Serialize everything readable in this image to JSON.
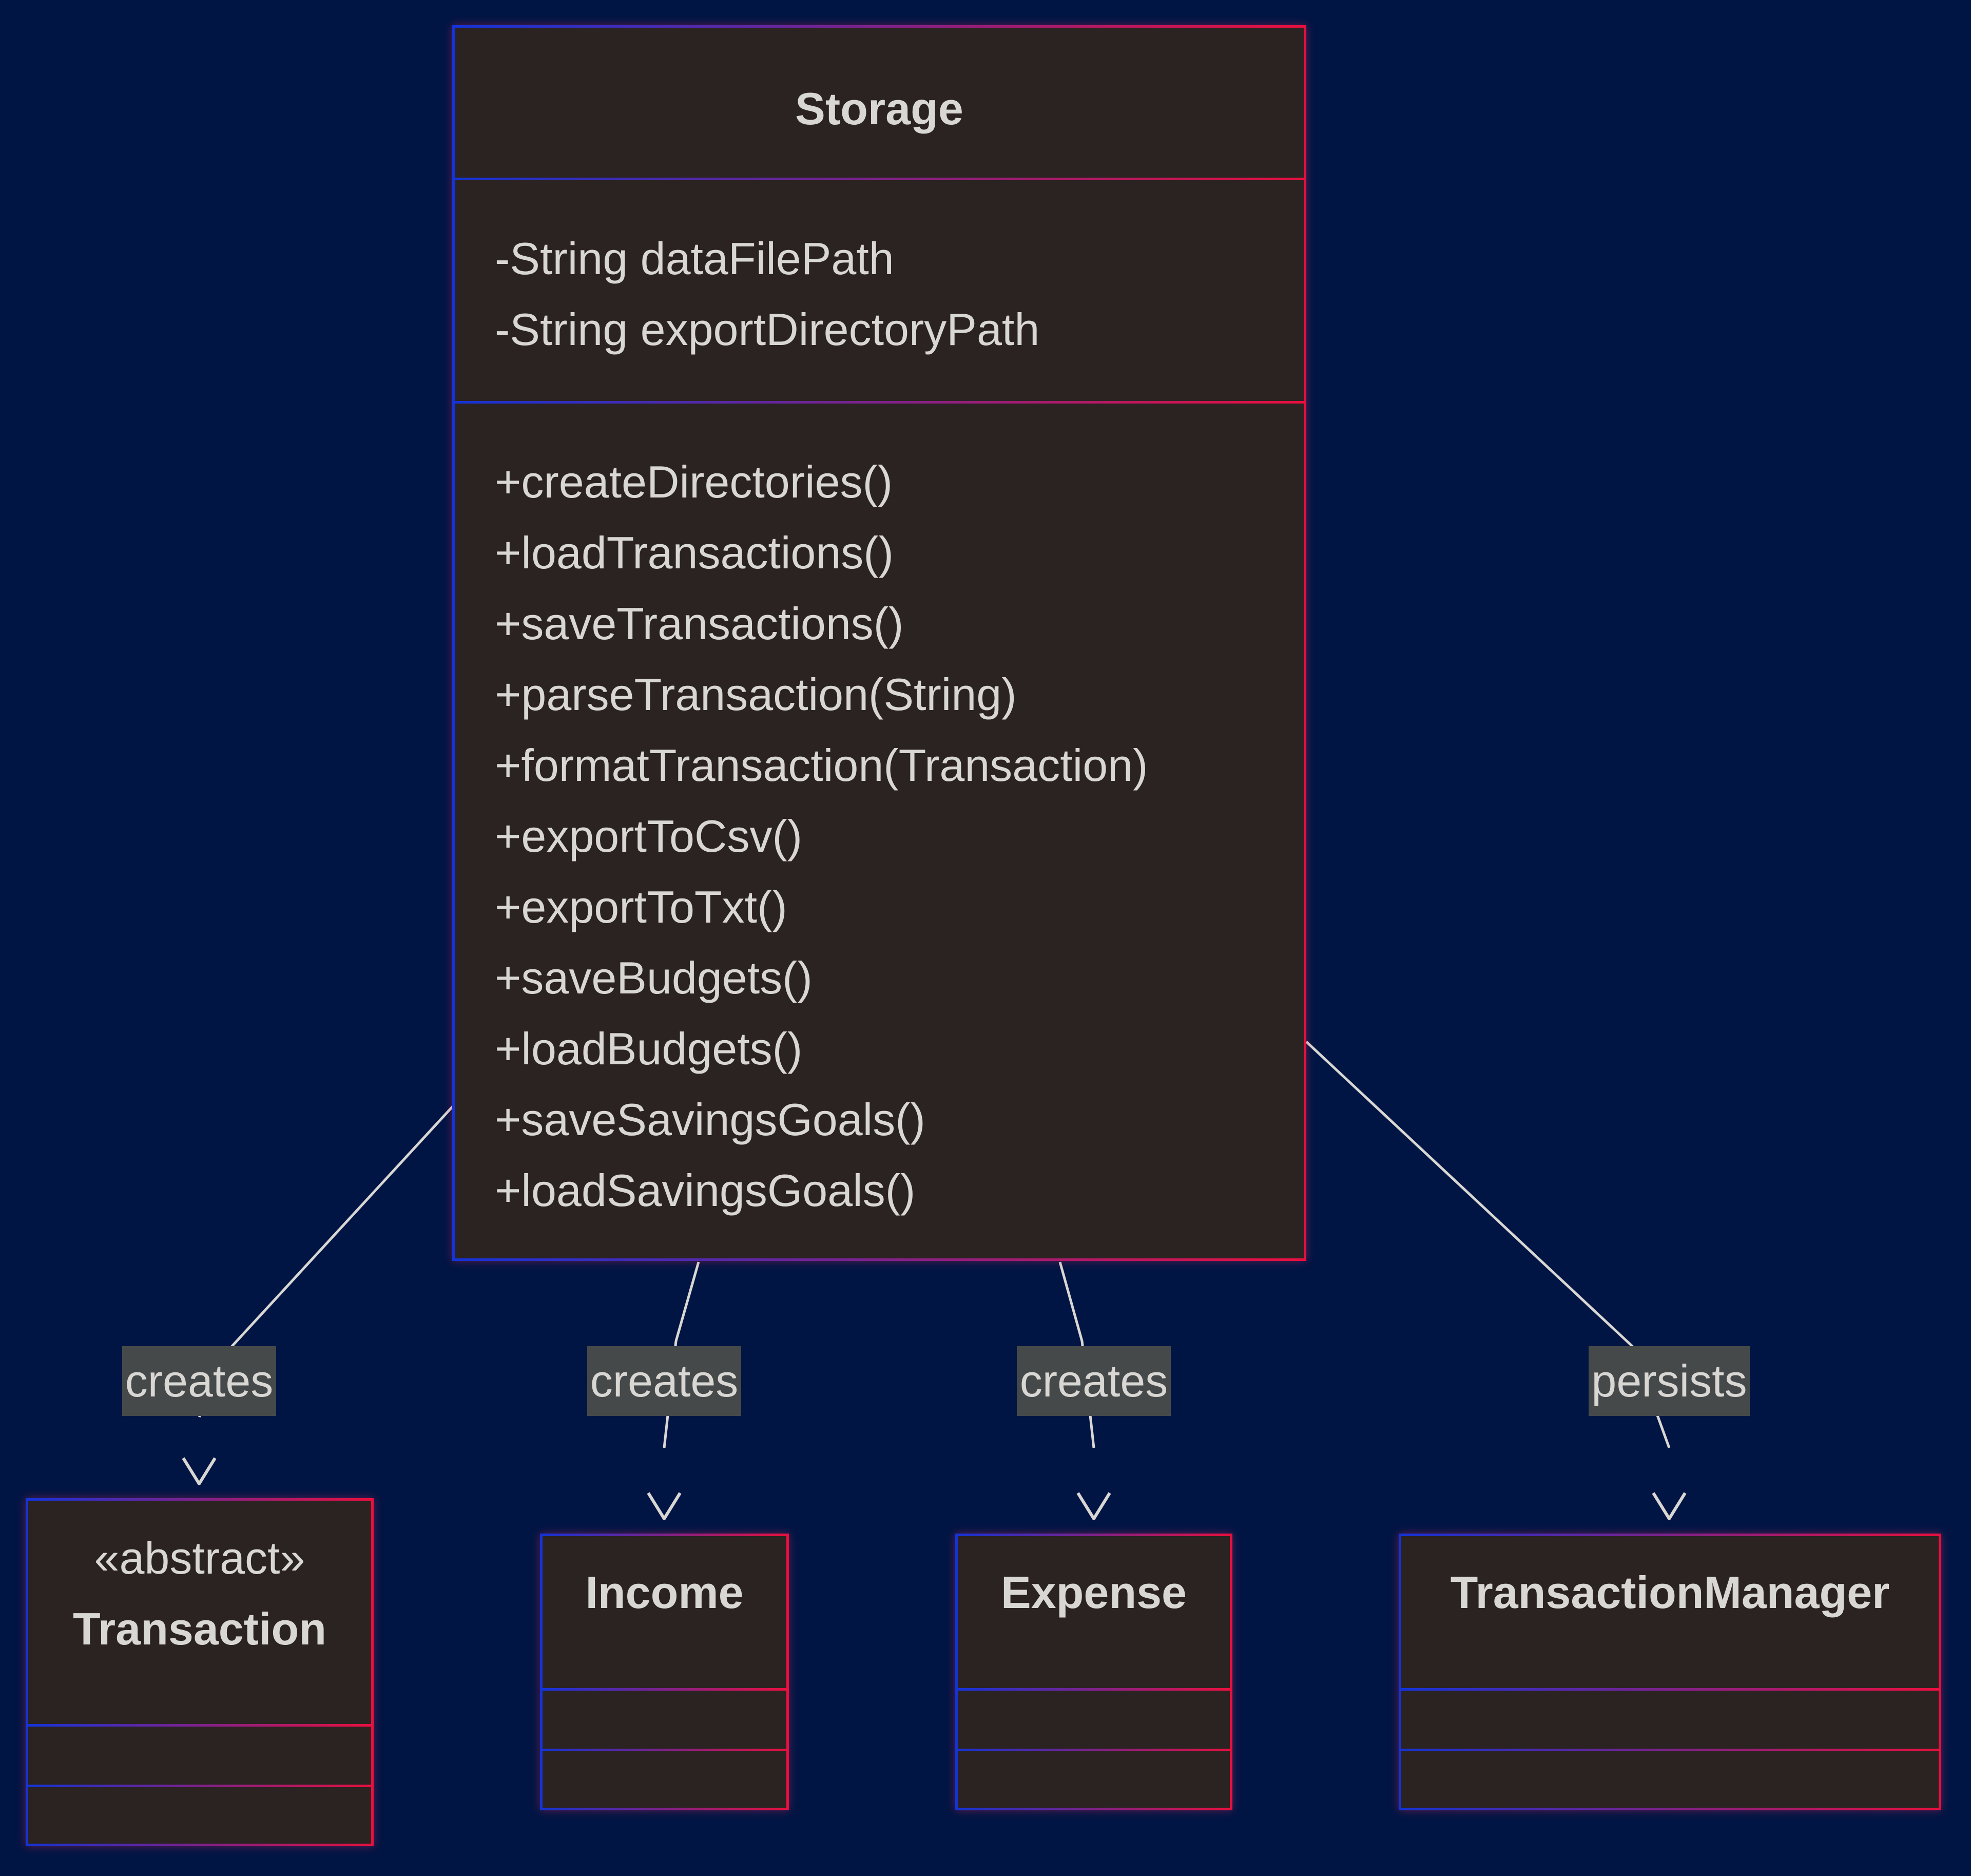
{
  "classes": {
    "storage": {
      "name": "Storage",
      "attributes": [
        "-String dataFilePath",
        "-String exportDirectoryPath"
      ],
      "methods": [
        "+createDirectories()",
        "+loadTransactions()",
        "+saveTransactions()",
        "+parseTransaction(String)",
        "+formatTransaction(Transaction)",
        "+exportToCsv()",
        "+exportToTxt()",
        "+saveBudgets()",
        "+loadBudgets()",
        "+saveSavingsGoals()",
        "+loadSavingsGoals()"
      ]
    },
    "transaction": {
      "stereotype": "«abstract»",
      "name": "Transaction"
    },
    "income": {
      "name": "Income"
    },
    "expense": {
      "name": "Expense"
    },
    "transaction_manager": {
      "name": "TransactionManager"
    }
  },
  "relationships": [
    {
      "from": "Storage",
      "to": "Transaction",
      "label": "creates"
    },
    {
      "from": "Storage",
      "to": "Income",
      "label": "creates"
    },
    {
      "from": "Storage",
      "to": "Expense",
      "label": "creates"
    },
    {
      "from": "Storage",
      "to": "TransactionManager",
      "label": "persists"
    }
  ],
  "colors": {
    "background": "#001544",
    "box_fill": "#2b2222",
    "border_start": "#1533d6",
    "border_end": "#e8103f",
    "text": "#d9d7d3",
    "edge": "#d9d7d3",
    "label_bg": "#45494a"
  }
}
